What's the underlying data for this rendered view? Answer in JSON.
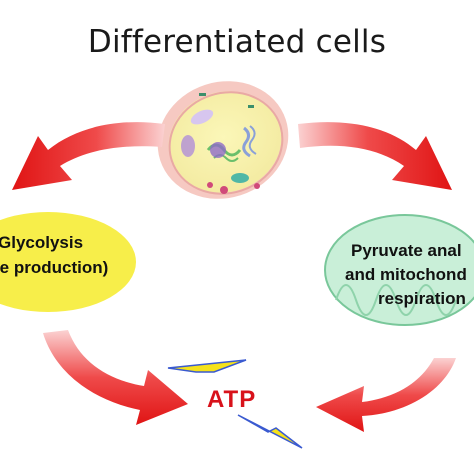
{
  "title": "Differentiated cells",
  "glycolysis": {
    "line1": "Glycolysis",
    "line2": "te production)"
  },
  "pyruvate": {
    "line1": "Pyruvate anal",
    "line2": "and mitochond",
    "line3": "respiration"
  },
  "atp": "ATP",
  "colors": {
    "arrow_red": "#e41e1e",
    "glycolysis_fill": "#f7ee4a",
    "mito_fill": "#c9efd8",
    "bolt_yellow": "#f5e21a",
    "atp_red": "#d8121b"
  }
}
